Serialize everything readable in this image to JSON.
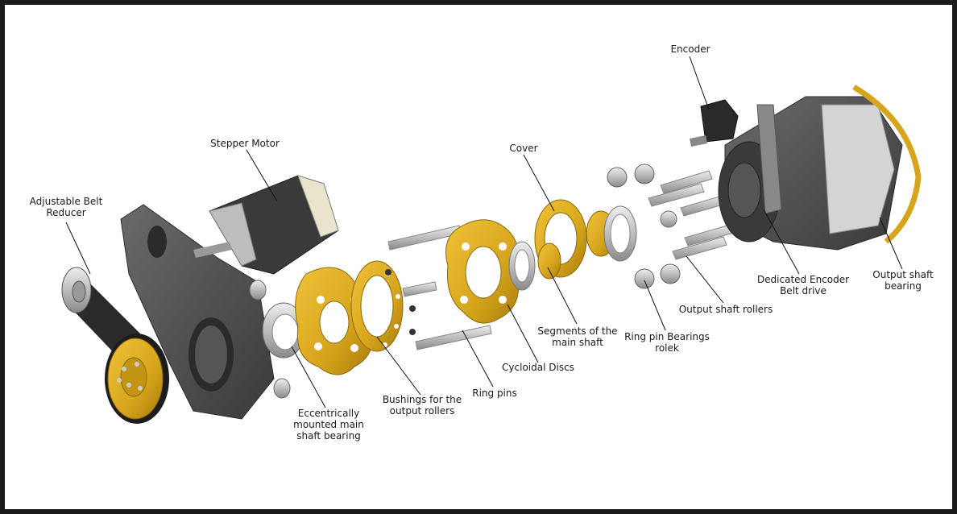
{
  "labels": {
    "adjustable_belt_reducer": "Adjustable Belt\nReducer",
    "stepper_motor": "Stepper Motor",
    "eccentric_bearing": "Eccentrically\nmounted main\nshaft bearing",
    "bushings": "Bushings for the\noutput rollers",
    "ring_pins": "Ring pins",
    "cycloidal_discs": "Cycloidal Discs",
    "segments_main_shaft": "Segments of the\nmain shaft",
    "cover": "Cover",
    "ring_pin_bearings": "Ring pin Bearings\nrolek",
    "output_shaft_rollers": "Output shaft rollers",
    "dedicated_encoder": "Dedicated Encoder\nBelt drive",
    "output_shaft_bearing": "Output shaft\nbearing",
    "encoder": "Encoder"
  },
  "colors": {
    "frame_border": "#1a1a1a",
    "background": "#ffffff",
    "gold": "#d7a51c",
    "dark_grey": "#4a4a4a",
    "steel": "#c8c8c8",
    "black": "#222222"
  }
}
